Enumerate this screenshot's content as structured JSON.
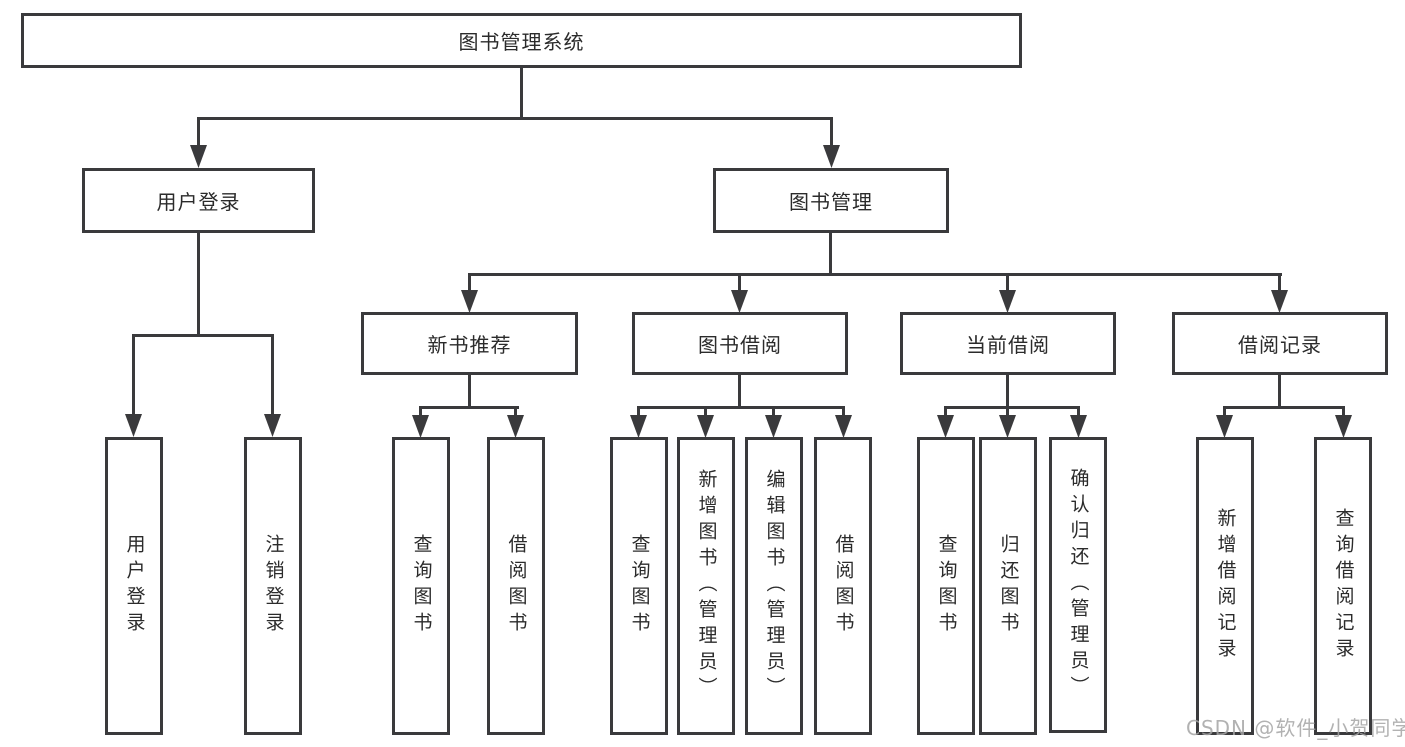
{
  "tree": {
    "root": {
      "label": "图书管理系统"
    },
    "children": [
      {
        "label": "用户登录",
        "children": [
          {
            "label": "用户登录"
          },
          {
            "label": "注销登录"
          }
        ]
      },
      {
        "label": "图书管理",
        "children": [
          {
            "label": "新书推荐",
            "children": [
              {
                "label": "查询图书"
              },
              {
                "label": "借阅图书"
              }
            ]
          },
          {
            "label": "图书借阅",
            "children": [
              {
                "label": "查询图书"
              },
              {
                "label": "新增图书（管理员）"
              },
              {
                "label": "编辑图书（管理员）"
              },
              {
                "label": "借阅图书"
              }
            ]
          },
          {
            "label": "当前借阅",
            "children": [
              {
                "label": "查询图书"
              },
              {
                "label": "归还图书"
              },
              {
                "label": "确认归还（管理员）"
              }
            ]
          },
          {
            "label": "借阅记录",
            "children": [
              {
                "label": "新增借阅记录"
              },
              {
                "label": "查询借阅记录"
              }
            ]
          }
        ]
      }
    ]
  },
  "watermark": {
    "text": "CSDN @软件_小贺同学"
  },
  "colors": {
    "line": "#3a3a3c",
    "text": "#2b2b2b",
    "watermark": "#a4a4a4",
    "background": "#ffffff"
  }
}
